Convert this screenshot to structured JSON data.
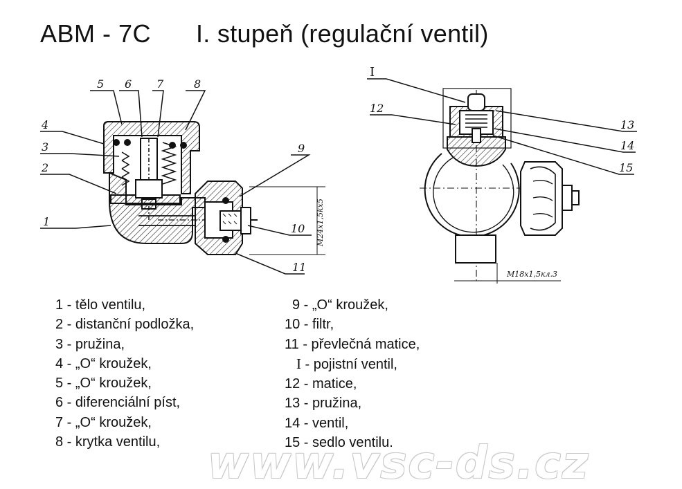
{
  "title": {
    "model": "ABM - 7C",
    "stage": "I. stupeň (regulační ventil)"
  },
  "callouts": {
    "n1": "1",
    "n2": "2",
    "n3": "3",
    "n4": "4",
    "n5": "5",
    "n6": "6",
    "n7": "7",
    "n8": "8",
    "n9": "9",
    "n10": "10",
    "n11": "11",
    "n12": "12",
    "n13": "13",
    "n14": "14",
    "n15": "15",
    "nI": "I"
  },
  "dimensions": {
    "thread_main": "M24x1,5kx5",
    "thread_side": "M18x1,5кл.3"
  },
  "legend_left": [
    {
      "num": "1",
      "text": " - tělo ventilu,"
    },
    {
      "num": "2",
      "text": " - distanční podložka,"
    },
    {
      "num": "3",
      "text": " - pružina,"
    },
    {
      "num": "4",
      "text": " - „O“ kroužek,"
    },
    {
      "num": "5",
      "text": " - „O“ kroužek,"
    },
    {
      "num": "6",
      "text": " - diferenciální píst,"
    },
    {
      "num": "7",
      "text": " - „O“ kroužek,"
    },
    {
      "num": "8",
      "text": " - krytka ventilu,"
    }
  ],
  "legend_right": [
    {
      "num": "9",
      "text": " - „O“ kroužek,"
    },
    {
      "num": "10",
      "text": " - filtr,"
    },
    {
      "num": "11",
      "text": " - převlečná matice,"
    },
    {
      "num": "I",
      "text": " - pojistní ventil,"
    },
    {
      "num": "12",
      "text": " - matice,"
    },
    {
      "num": "13",
      "text": " - pružina,"
    },
    {
      "num": "14",
      "text": " - ventil,"
    },
    {
      "num": "15",
      "text": " - sedlo ventilu."
    }
  ],
  "watermark": "www.vsc-ds.cz"
}
